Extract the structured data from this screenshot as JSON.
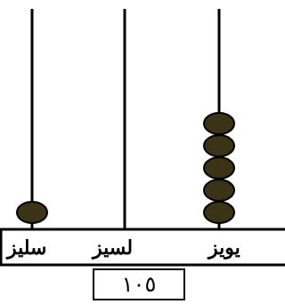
{
  "rods": [
    {
      "label": "سليز",
      "beads": 1
    },
    {
      "label": "لسيز",
      "beads": 0
    },
    {
      "label": "يويز",
      "beads": 5
    }
  ],
  "number": "١٠٥",
  "colors": {
    "bead": "#3b3316",
    "rod": "#000000",
    "base": "#000000"
  }
}
